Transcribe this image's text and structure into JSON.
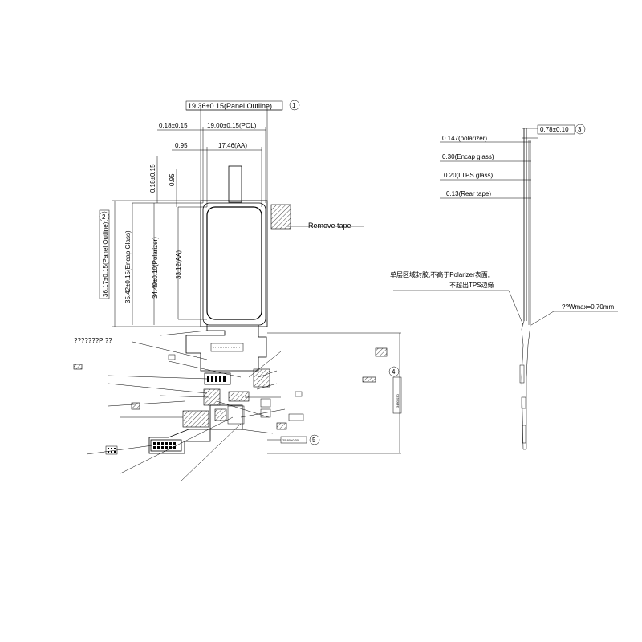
{
  "front_view": {
    "panel_outline_width": "19.36±0.15(Panel Outline)",
    "pol_offset": "0.18±0.15",
    "pol_width": "19.00±0.15(POL)",
    "aa_offset": "0.95",
    "aa_width": "17.46(AA)",
    "pol_top_offset": "0.18±0.15",
    "aa_top_offset": "0.95",
    "panel_outline_height": "36.17±0.15(Panel Outline)",
    "encap_glass_height": "35.42±0.15(Encap Glass)",
    "polarizer_height": "34.49±0.10(Polarizer)",
    "aa_height": "33.12(AA)",
    "remove_tape": "Remove tape",
    "fpc_unknown": "???????PI??",
    "side_dim_box": "3480.030",
    "bottom_dim_box": "25.80±0.30",
    "callouts": [
      "1",
      "2",
      "4",
      "5"
    ]
  },
  "side_view": {
    "total_thickness": "0.78±0.10",
    "layers": [
      {
        "label": "0.147(polarizer)"
      },
      {
        "label": "0.30(Encap glass)"
      },
      {
        "label": "0.20(LTPS glass)"
      },
      {
        "label": "0.13(Rear tape)"
      }
    ],
    "note_line1": "单层区域封胶,不高于Polarizer表面,",
    "note_line2": "不超出TPS边缘",
    "wmax": "??Wmax=0.70mm",
    "callout": "3"
  }
}
